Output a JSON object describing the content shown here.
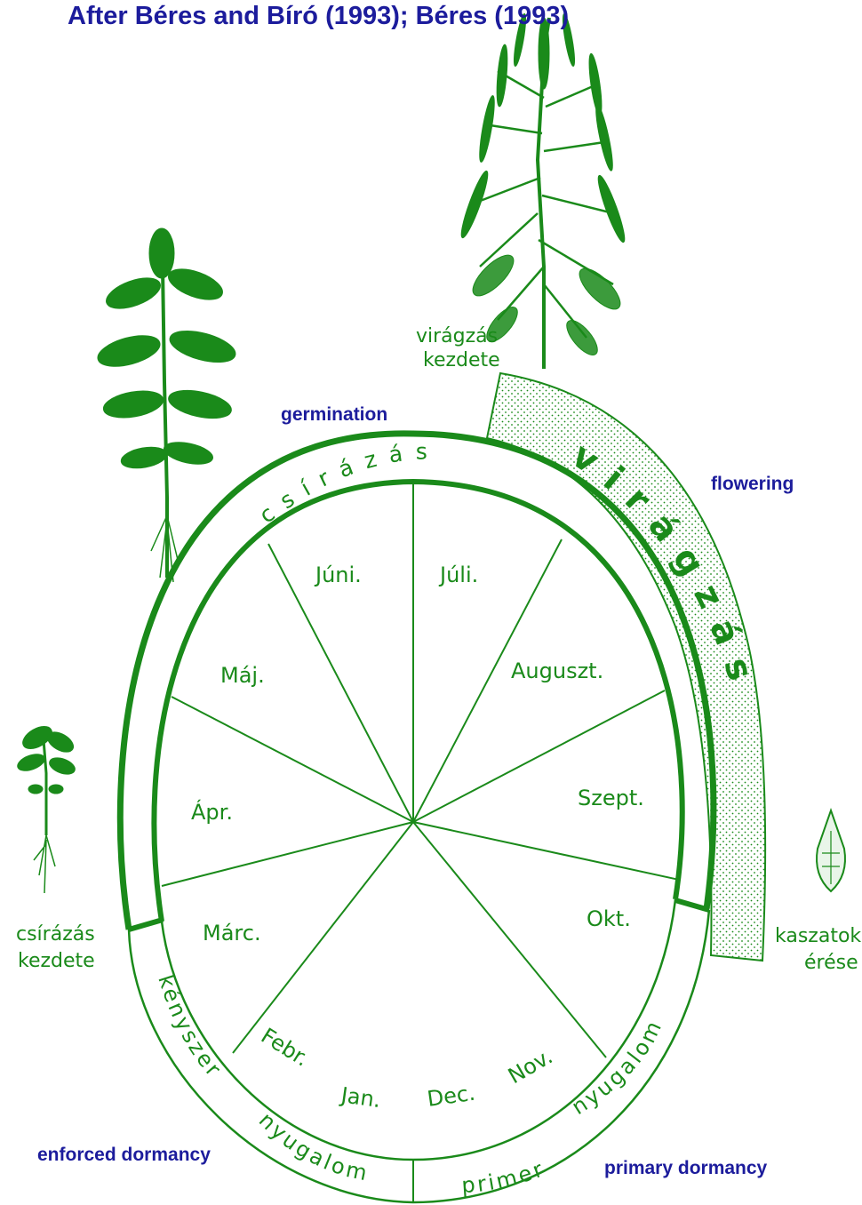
{
  "title": "After Béres and Bíró (1993); Béres (1993)",
  "english_labels": {
    "germination": "germination",
    "flowering": "flowering",
    "enforced_dormancy": "enforced dormancy",
    "primary_dormancy": "primary dormancy"
  },
  "hungarian_labels": {
    "csirazas_kezdete_1": "csírázás",
    "csirazas_kezdete_2": "kezdete",
    "viragzas_kezdete_1": "virágzás",
    "viragzas_kezdete_2": "kezdete",
    "kaszatok_erese_1": "kaszatok",
    "kaszatok_erese_2": "érése",
    "csirazas_arc": "csírázás",
    "viragzas_arc": "virágzás",
    "kenyszer": "kényszer",
    "nyugalom_left": "nyugalom",
    "primer": "primer",
    "nyugalom_right": "nyugalom"
  },
  "months": {
    "jan": "Jan.",
    "febr": "Febr.",
    "marc": "Márc.",
    "apr": "Ápr.",
    "maj": "Máj.",
    "juni": "Júni.",
    "juli": "Júli.",
    "aug": "Auguszt.",
    "szept": "Szept.",
    "okt": "Okt.",
    "nov": "Nov.",
    "dec": "Dec."
  },
  "colors": {
    "diagram_green": "#1a8a1a",
    "english_blue": "#1c1c9c",
    "flowering_band_fill": "#e9f5e9"
  }
}
